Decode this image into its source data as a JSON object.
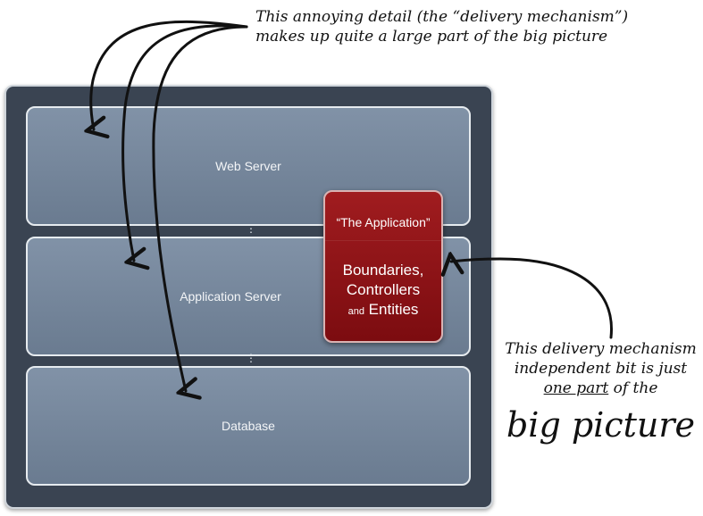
{
  "annotations": {
    "top_line1": "This annoying detail (the “delivery mechanism”)",
    "top_line2": "makes up quite a large part of the big picture",
    "right_line1": "This delivery mechanism",
    "right_line2": "independent bit is just",
    "right_line3_a": "one part",
    "right_line3_b": " of the",
    "right_big": "big picture"
  },
  "layers": {
    "web": "Web Server",
    "app": "Application Server",
    "db": "Database"
  },
  "application": {
    "title": "“The Application”",
    "line1": "Boundaries,",
    "line2": "Controllers",
    "line3_and": "and",
    "line3_word": "Entities"
  },
  "colors": {
    "outer": "#3a4452",
    "layer": "#7789a0",
    "app_box": "#8f1519",
    "ink": "#111111"
  }
}
